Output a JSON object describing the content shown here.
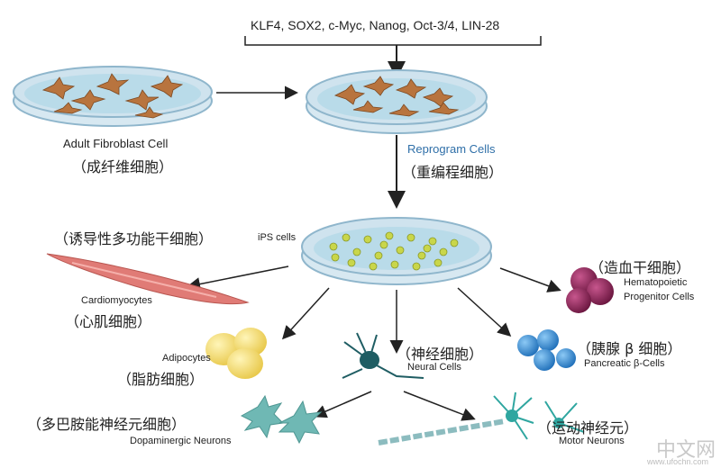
{
  "factors": "KLF4, SOX2, c-Myc, Nanog, Oct-3/4, LIN-28",
  "fibroblast": {
    "en": "Adult Fibroblast Cell",
    "zh": "（成纤维细胞）"
  },
  "reprogram": {
    "en": "Reprogram Cells",
    "zh": "（重编程细胞）"
  },
  "ips": {
    "zh": "（诱导性多功能干细胞）",
    "en": "iPS cells"
  },
  "cardio": {
    "en": "Cardiomyocytes",
    "zh": "（心肌细胞）"
  },
  "hemato": {
    "zh": "（造血干细胞）",
    "en1": "Hematopoietic",
    "en2": "Progenitor Cells"
  },
  "adipo": {
    "en": "Adipocytes",
    "zh": "（脂肪细胞）"
  },
  "neural": {
    "zh": "（神经细胞）",
    "en": "Neural Cells"
  },
  "pancreatic": {
    "zh": "（胰腺 β 细胞）",
    "en": "Pancreatic β-Cells"
  },
  "dopamine": {
    "zh": "（多巴胺能神经元细胞）",
    "en": "Dopaminergic Neurons"
  },
  "motor": {
    "zh": "（运动神经元）",
    "en": "Motor Neurons"
  },
  "watermark": {
    "main": "中文网",
    "sub": "www.ufochn.com"
  },
  "colors": {
    "dish": "#cfe3ee",
    "dish_rim": "#8fb6cc",
    "media": "#b9dbe9",
    "fibroblast": "#b8743e",
    "ips_cell": "#c9d64a",
    "cardio": "#e07b76",
    "hemato": "#7d1f4f",
    "adipo": "#f3dc6a",
    "neural": "#1f5d63",
    "pancreatic": "#2f8ad6",
    "dopamine": "#6fb8b4",
    "arrow": "#222222"
  }
}
